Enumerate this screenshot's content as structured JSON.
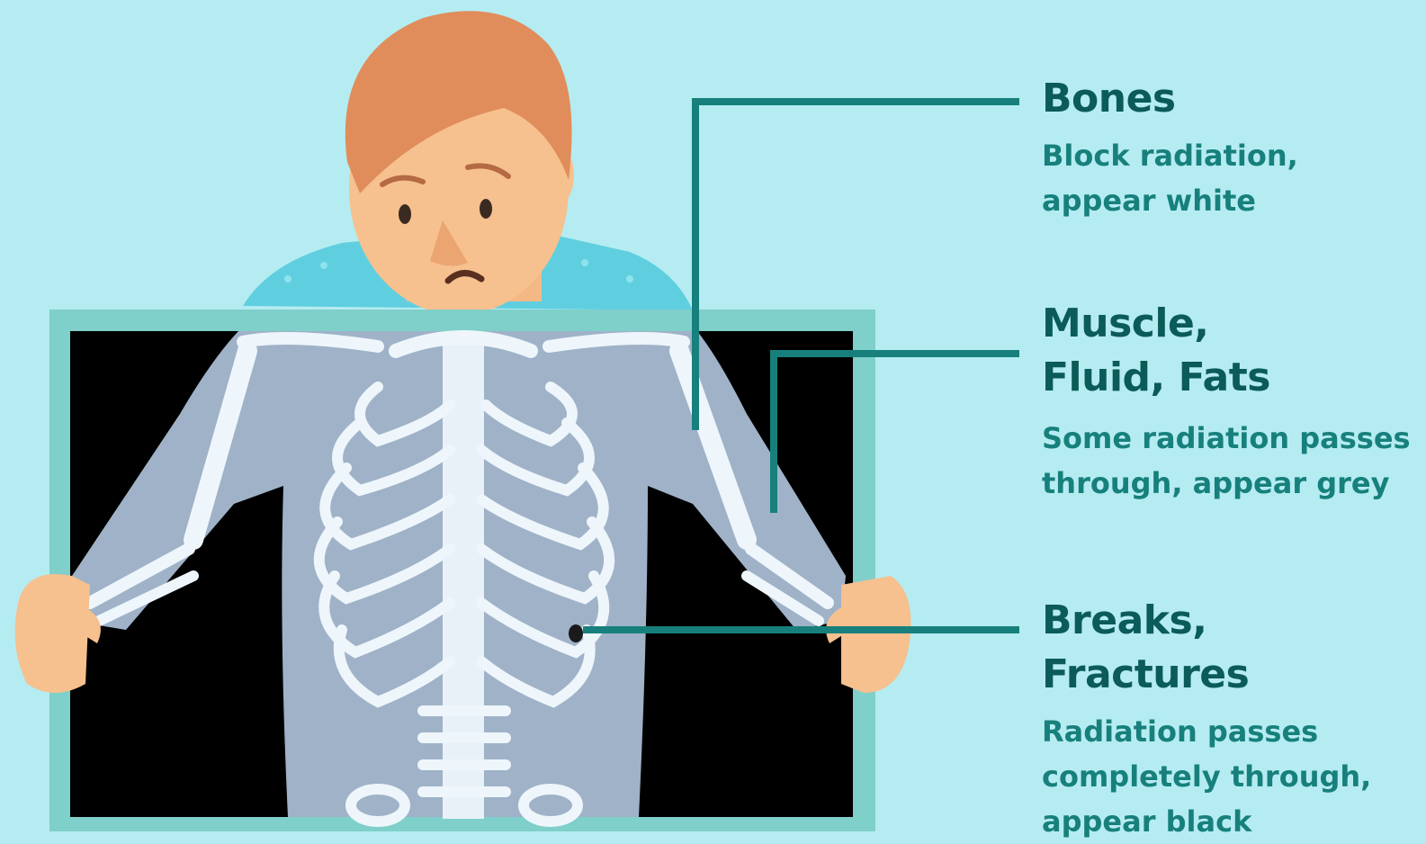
{
  "diagram": {
    "colors": {
      "background": "#b5ecf1",
      "leader_line": "#17807c",
      "title_text": "#0b5b58",
      "description_text": "#17807c",
      "film_frame": "#7fcfca",
      "film_background": "#000000",
      "bone": "#eef6fb",
      "soft_tissue": "#9fb2c8",
      "skin": "#f6c08f",
      "hair": "#e08d5b",
      "gown": "#5fcfe0"
    },
    "labels": {
      "bones": {
        "title": "Bones",
        "description_lines": [
          "Block radiation,",
          "appear white"
        ]
      },
      "soft_tissue": {
        "title_lines": [
          "Muscle,",
          "Fluid, Fats"
        ],
        "description_lines": [
          "Some radiation passes",
          "through, appear grey"
        ]
      },
      "fractures": {
        "title": "Breaks, Fractures",
        "description_lines": [
          "Radiation passes",
          "completely through,",
          "appear black"
        ]
      }
    },
    "icons": {
      "person": "person-holding-xray-icon",
      "skeleton": "ribcage-skeleton-icon",
      "fracture": "fracture-mark-icon"
    }
  }
}
